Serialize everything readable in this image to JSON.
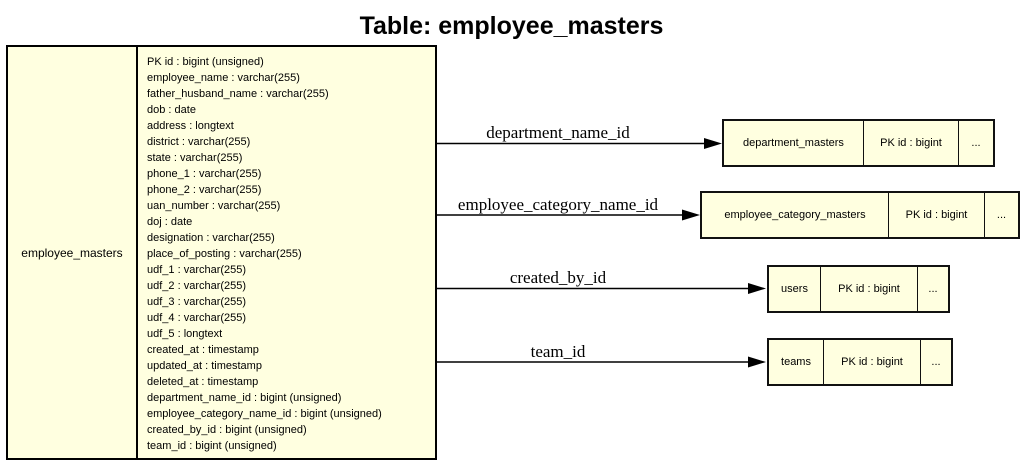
{
  "title": "Table: employee_masters",
  "main_table": {
    "name": "employee_masters",
    "fields": [
      "PK id : bigint (unsigned)",
      "employee_name : varchar(255)",
      "father_husband_name : varchar(255)",
      "dob : date",
      "address : longtext",
      "district : varchar(255)",
      "state : varchar(255)",
      "phone_1 : varchar(255)",
      "phone_2 : varchar(255)",
      "uan_number : varchar(255)",
      "doj : date",
      "designation : varchar(255)",
      "place_of_posting : varchar(255)",
      "udf_1 : varchar(255)",
      "udf_2 : varchar(255)",
      "udf_3 : varchar(255)",
      "udf_4 : varchar(255)",
      "udf_5 : longtext",
      "created_at : timestamp",
      "updated_at : timestamp",
      "deleted_at : timestamp",
      "department_name_id : bigint (unsigned)",
      "employee_category_name_id : bigint (unsigned)",
      "created_by_id : bigint (unsigned)",
      "team_id : bigint (unsigned)"
    ]
  },
  "relationships": [
    {
      "label": "department_name_id",
      "table": "department_masters",
      "pk": "PK id : bigint",
      "more": "..."
    },
    {
      "label": "employee_category_name_id",
      "table": "employee_category_masters",
      "pk": "PK id : bigint",
      "more": "..."
    },
    {
      "label": "created_by_id",
      "table": "users",
      "pk": "PK id : bigint",
      "more": "..."
    },
    {
      "label": "team_id",
      "table": "teams",
      "pk": "PK id : bigint",
      "more": "..."
    }
  ],
  "colors": {
    "node_fill": "#FFFFE0",
    "border": "#000000",
    "background": "#FFFFFF",
    "text": "#000000"
  }
}
